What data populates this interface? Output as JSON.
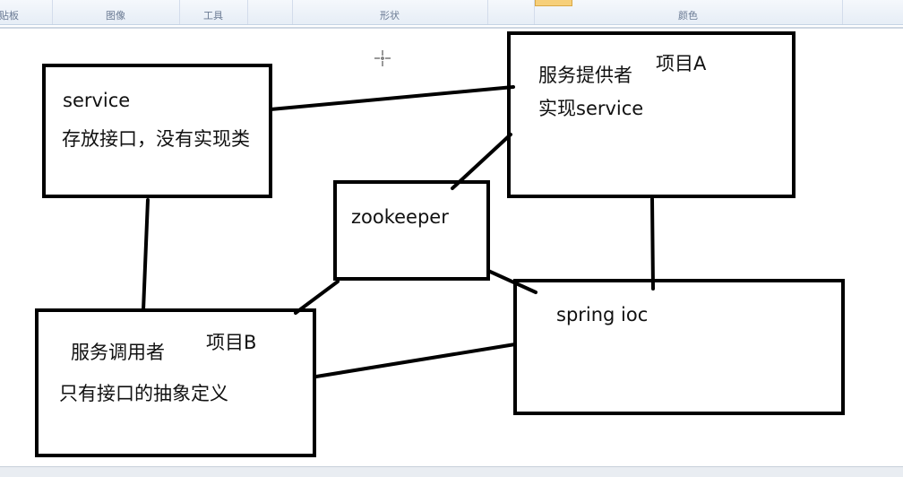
{
  "ribbon": {
    "groups": [
      {
        "label": "剪贴板"
      },
      {
        "label": "图像"
      },
      {
        "label": "工具"
      },
      {
        "label": ""
      },
      {
        "label": "形状"
      },
      {
        "label": ""
      },
      {
        "label": "颜色"
      }
    ]
  },
  "diagram": {
    "service_box": {
      "line1": "service",
      "line2": "存放接口，没有实现类"
    },
    "provider_box": {
      "line1": "服务提供者",
      "line2": "实现service",
      "tag": "项目A"
    },
    "zookeeper_box": {
      "label": "zookeeper"
    },
    "consumer_box": {
      "line1": "服务调用者",
      "line2": "只有接口的抽象定义",
      "tag": "项目B"
    },
    "spring_box": {
      "label": "spring ioc"
    }
  },
  "colors": {
    "stroke": "#000000",
    "ribbon_accent": "#f6cf7a"
  }
}
